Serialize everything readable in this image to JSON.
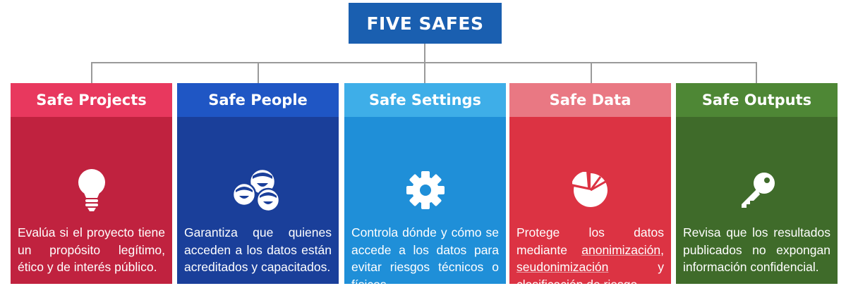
{
  "title": "FIVE SAFES",
  "cards": [
    {
      "heading": "Safe Projects",
      "icon": "lightbulb-icon",
      "head_color": "#e8385e",
      "body_color": "#c0223f",
      "text": "Evalúa si el proyecto tiene un propósito legítimo, ético y de interés público."
    },
    {
      "heading": "Safe People",
      "icon": "people-icon",
      "head_color": "#1f56c4",
      "body_color": "#1a3f9a",
      "text": "Garantiza que quienes acceden a los datos están acreditados y capacitados."
    },
    {
      "heading": "Safe Settings",
      "icon": "gear-icon",
      "head_color": "#3eaee8",
      "body_color": "#1f8fd8",
      "text": "Controla dónde y cómo se accede a los datos para evitar riesgos técnicos o físicos."
    },
    {
      "heading": "Safe Data",
      "icon": "pie-chart-icon",
      "head_color": "#e97883",
      "body_color": "#dc3343",
      "text_parts": [
        "Protege los datos mediante ",
        "anonimización",
        ", ",
        "seudonimización",
        " y clasificación de riesgo."
      ]
    },
    {
      "heading": "Safe Outputs",
      "icon": "key-icon",
      "head_color": "#4e8735",
      "body_color": "#3f6b2a",
      "text": "Revisa que los resultados publicados no expongan información confidencial."
    }
  ]
}
